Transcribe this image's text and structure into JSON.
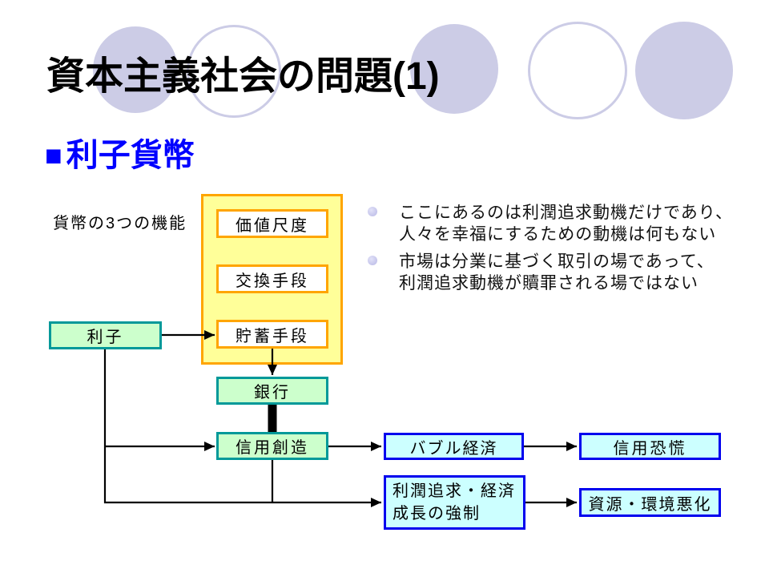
{
  "slide": {
    "title": "資本主義社会の問題(1)",
    "heading_marker": "■",
    "heading": "利子貨幣"
  },
  "diagram": {
    "caption": "貨幣の3つの機能",
    "functions": [
      "価値尺度",
      "交換手段",
      "貯蓄手段"
    ],
    "nodes": {
      "interest": "利子",
      "bank": "銀行",
      "credit_creation": "信用創造",
      "bubble_economy": "バブル経済",
      "credit_panic": "信用恐慌",
      "profit_growth_lines": [
        "利潤追求・経済",
        "成長の強制"
      ],
      "resource_env": "資源・環境悪化"
    }
  },
  "bullets": [
    {
      "lines": [
        "ここにあるのは利潤追求動機だけであり、",
        "人々を幸福にするための動機は何もない"
      ]
    },
    {
      "lines": [
        "市場は分業に基づく取引の場であって、",
        "利潤追求動機が贖罪される場ではない"
      ]
    }
  ],
  "colors": {
    "heading_blue": "#0000FF",
    "decor_lavender": "#CCCCE6",
    "group_fill_yellow": "#FFFF99",
    "group_border_orange": "#FFA500",
    "node_green_fill": "#CCFFCC",
    "node_green_border": "#009999",
    "node_cyan_fill": "#CCFFFF",
    "node_cyan_border": "#0000EE",
    "connector_black": "#000000"
  }
}
